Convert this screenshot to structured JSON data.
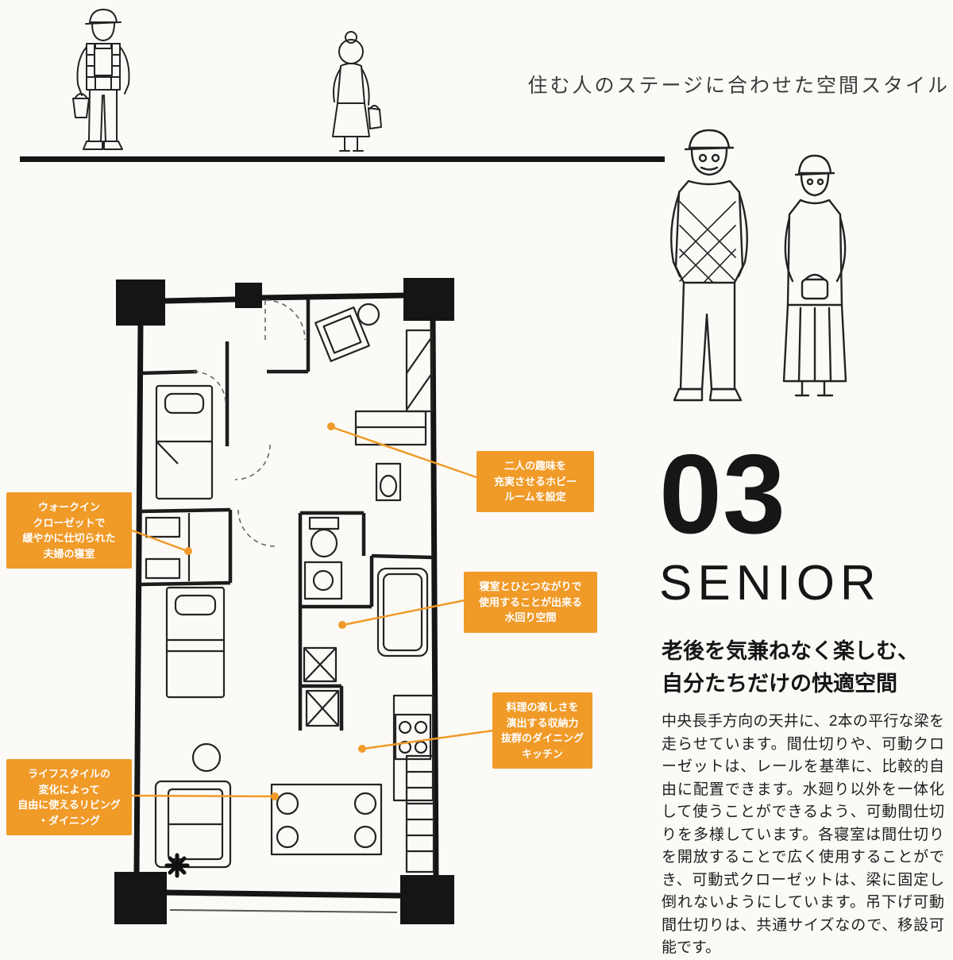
{
  "colors": {
    "accent": "#F09A28",
    "ink": "#161616",
    "muted": "#3c3c3c",
    "paper": "#fbfaf7"
  },
  "header": {
    "tagline": "住む人のステージに合わせた空間スタイル"
  },
  "section": {
    "number": "03",
    "name": "SENIOR",
    "heading": "老後を気兼ねなく楽しむ、\n自分たちだけの快適空間",
    "body": "中央長手方向の天井に、2本の平行な梁を走らせています。間仕切りや、可動クローゼットは、レールを基準に、比較的自由に配置できます。水廻り以外を一体化して使うことができるよう、可動間仕切りを多様しています。各寝室は間仕切りを開放することで広く使用することができ、可動式クローゼットは、梁に固定し倒れないようにしています。吊下げ可動間仕切りは、共通サイズなので、移設可能です。"
  },
  "callouts": [
    {
      "id": "master-bedroom",
      "text": "ウォークイン\nクローゼットで\n緩やかに仕切られた\n夫婦の寝室"
    },
    {
      "id": "hobby-room",
      "text": "二人の趣味を\n充実させるホビー\nルームを設定"
    },
    {
      "id": "water-area",
      "text": "寝室とひとつながりで\n使用することが出来る\n水回り空間"
    },
    {
      "id": "dining-kitchen",
      "text": "料理の楽しさを\n演出する収納力\n抜群のダイニング\nキッチン"
    },
    {
      "id": "living-dining",
      "text": "ライフスタイルの\n変化によって\n自由に使えるリビング\n・ダイニング"
    }
  ]
}
